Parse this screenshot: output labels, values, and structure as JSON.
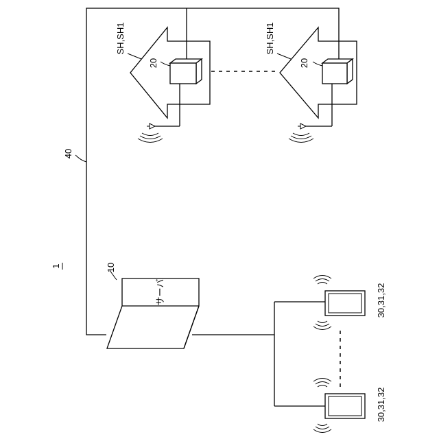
{
  "figure": {
    "system_ref": "1",
    "network_ref": "40",
    "server": {
      "ref": "10",
      "label": "サーバ"
    },
    "homes": [
      {
        "label": "SH,SH1",
        "device_ref": "20"
      },
      {
        "label": "SH,SH1",
        "device_ref": "20"
      }
    ],
    "terminals": [
      {
        "ref": "30,31,32"
      },
      {
        "ref": "30,31,32"
      }
    ]
  }
}
